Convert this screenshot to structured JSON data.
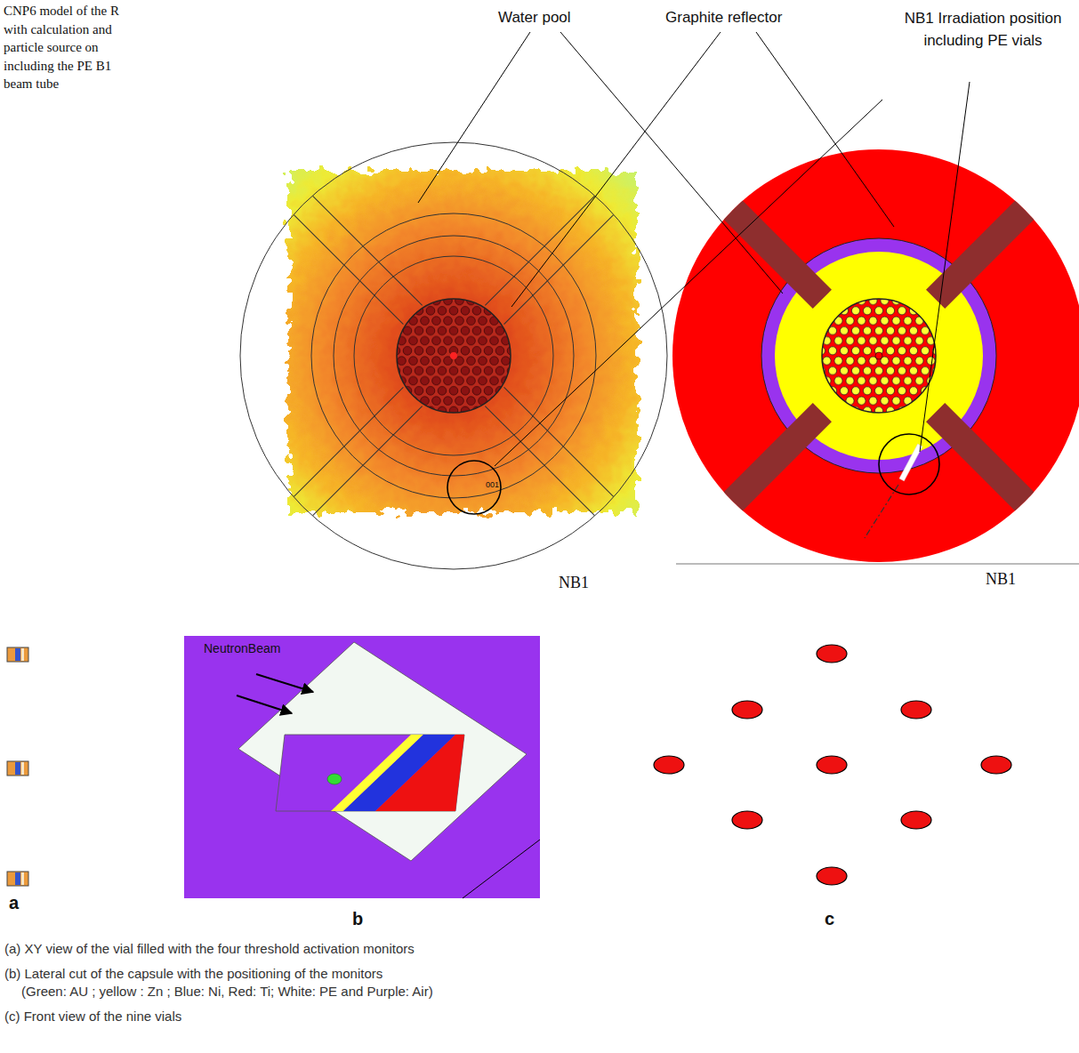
{
  "diagram": {
    "caption": "CNP6 model of the R with calculation and particle source on including the PE B1 beam tube",
    "nodes": [
      {
        "text": [
          "NeutronBeam"
        ]
      }
    ],
    "labels": [
      "Water pool",
      "Graphite reflector",
      "NB1 Irradiation position including PE vials",
      "001",
      "NB1",
      "NB1",
      "a",
      "b",
      "c",
      "(a) XY view of the vial filled with the four threshold activation monitors",
      "(b) Lateral cut of the capsule with the positioning of the monitors",
      "(Green: AU ; yellow : Zn ; Blue: Ni, Red: Ti; White: PE and Purple: Air)",
      "(c) Front view of the nine vials"
    ]
  }
}
